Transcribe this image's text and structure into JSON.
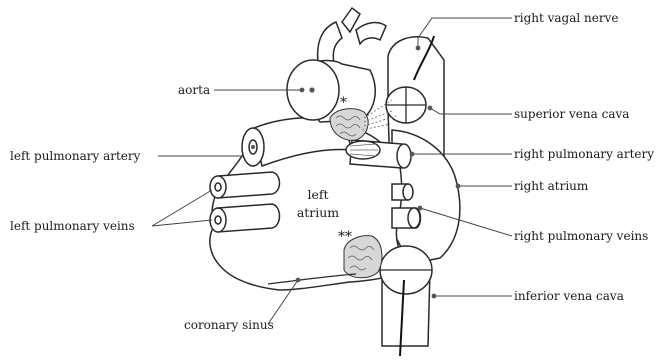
{
  "labels": {
    "right_vagal_nerve": "right vagal nerve",
    "aorta": "aorta",
    "superior_vena_cava": "superior vena cava",
    "left_pulmonary_artery": "left pulmonary artery",
    "right_pulmonary_artery": "right pulmonary artery",
    "right_atrium": "right atrium",
    "left_atrium_line1": "left",
    "left_atrium_line2": "atrium",
    "left_pulmonary_veins": "left pulmonary veins",
    "right_pulmonary_veins": "right pulmonary veins",
    "inferior_vena_cava": "inferior vena cava",
    "coronary_sinus": "coronary sinus",
    "single_asterisk": "*",
    "double_asterisk": "**"
  },
  "colors": {
    "outline": "#2a2a2a",
    "ganglion_fill": "#cfcfcf",
    "background": "#ffffff"
  }
}
